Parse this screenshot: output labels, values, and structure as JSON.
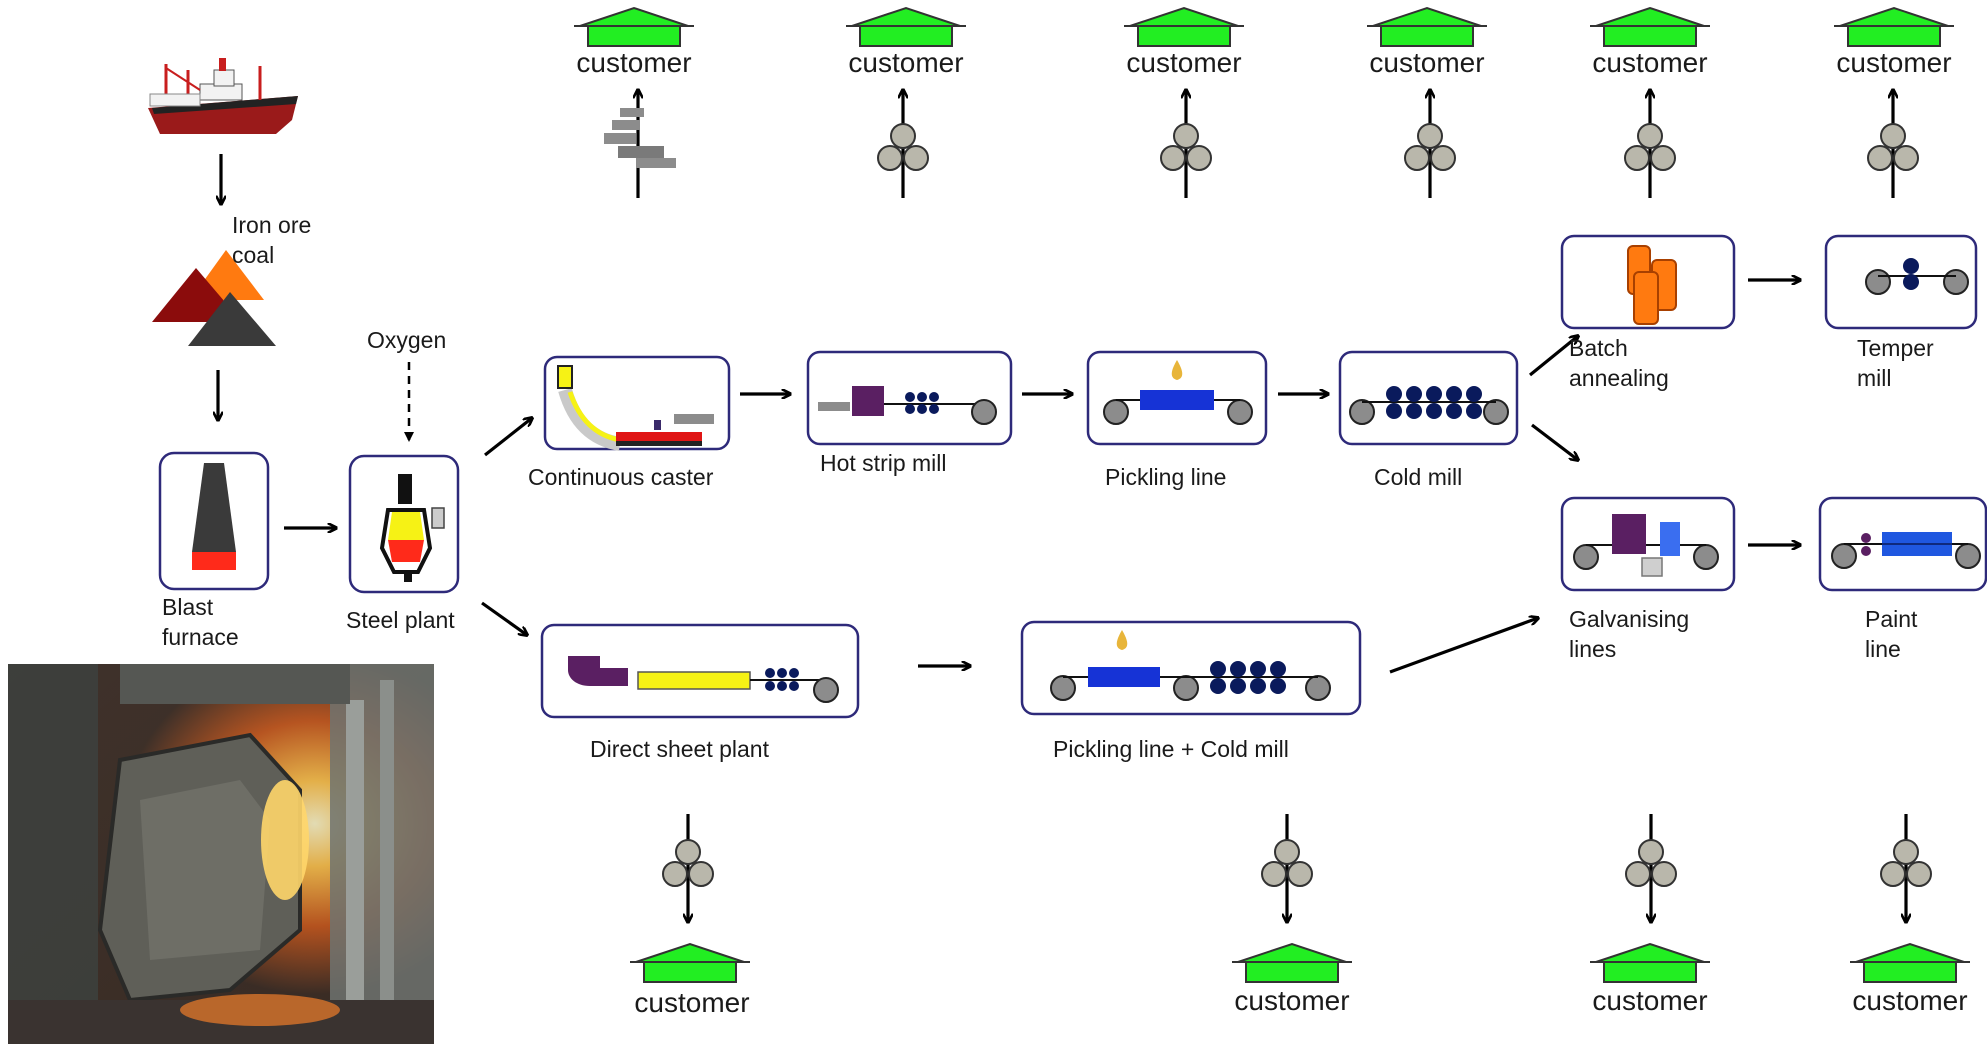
{
  "colors": {
    "customer_roof": "#22ee22",
    "box_border": "#2e2a7a",
    "coil": "#b9b7ab",
    "roll_dark": "#0a1a5c",
    "blue_tank": "#1633d6",
    "purple": "#5a1f62",
    "yellow": "#f6f215",
    "orange": "#ff7a10",
    "red": "#ff2a1a"
  },
  "raw_materials": {
    "label_line1": "Iron ore",
    "label_line2": "coal",
    "ship_icon": "ship-icon",
    "pile_icon": "raw-material-pile-icon"
  },
  "oxygen_label": "Oxygen",
  "stages": {
    "blast_furnace": {
      "line1": "Blast",
      "line2": "furnace"
    },
    "steel_plant": {
      "label": "Steel plant"
    },
    "continuous_caster": {
      "label": "Continuous caster"
    },
    "hot_strip_mill": {
      "label": "Hot strip mill"
    },
    "pickling_line": {
      "label": "Pickling line"
    },
    "cold_mill": {
      "label": "Cold mill"
    },
    "batch_annealing": {
      "line1": "Batch",
      "line2": "annealing"
    },
    "temper_mill": {
      "line1": "Temper",
      "line2": "mill"
    },
    "galvanising_lines": {
      "line1": "Galvanising",
      "line2": "lines"
    },
    "paint_line": {
      "line1": "Paint",
      "line2": "line"
    },
    "direct_sheet_plant": {
      "label": "Direct sheet plant"
    },
    "pickling_cold_mill": {
      "label": "Pickling line +  Cold mill"
    }
  },
  "customer_label": "customer",
  "customers_top": [
    {
      "product": "slabs"
    },
    {
      "product": "coil"
    },
    {
      "product": "coil"
    },
    {
      "product": "coil"
    },
    {
      "product": "coil"
    },
    {
      "product": "coil"
    }
  ],
  "customers_bottom": [
    {
      "product": "coil"
    },
    {
      "product": "coil"
    },
    {
      "product": "coil"
    },
    {
      "product": "coil"
    }
  ],
  "photo": {
    "subject": "steel converter pouring molten metal"
  }
}
